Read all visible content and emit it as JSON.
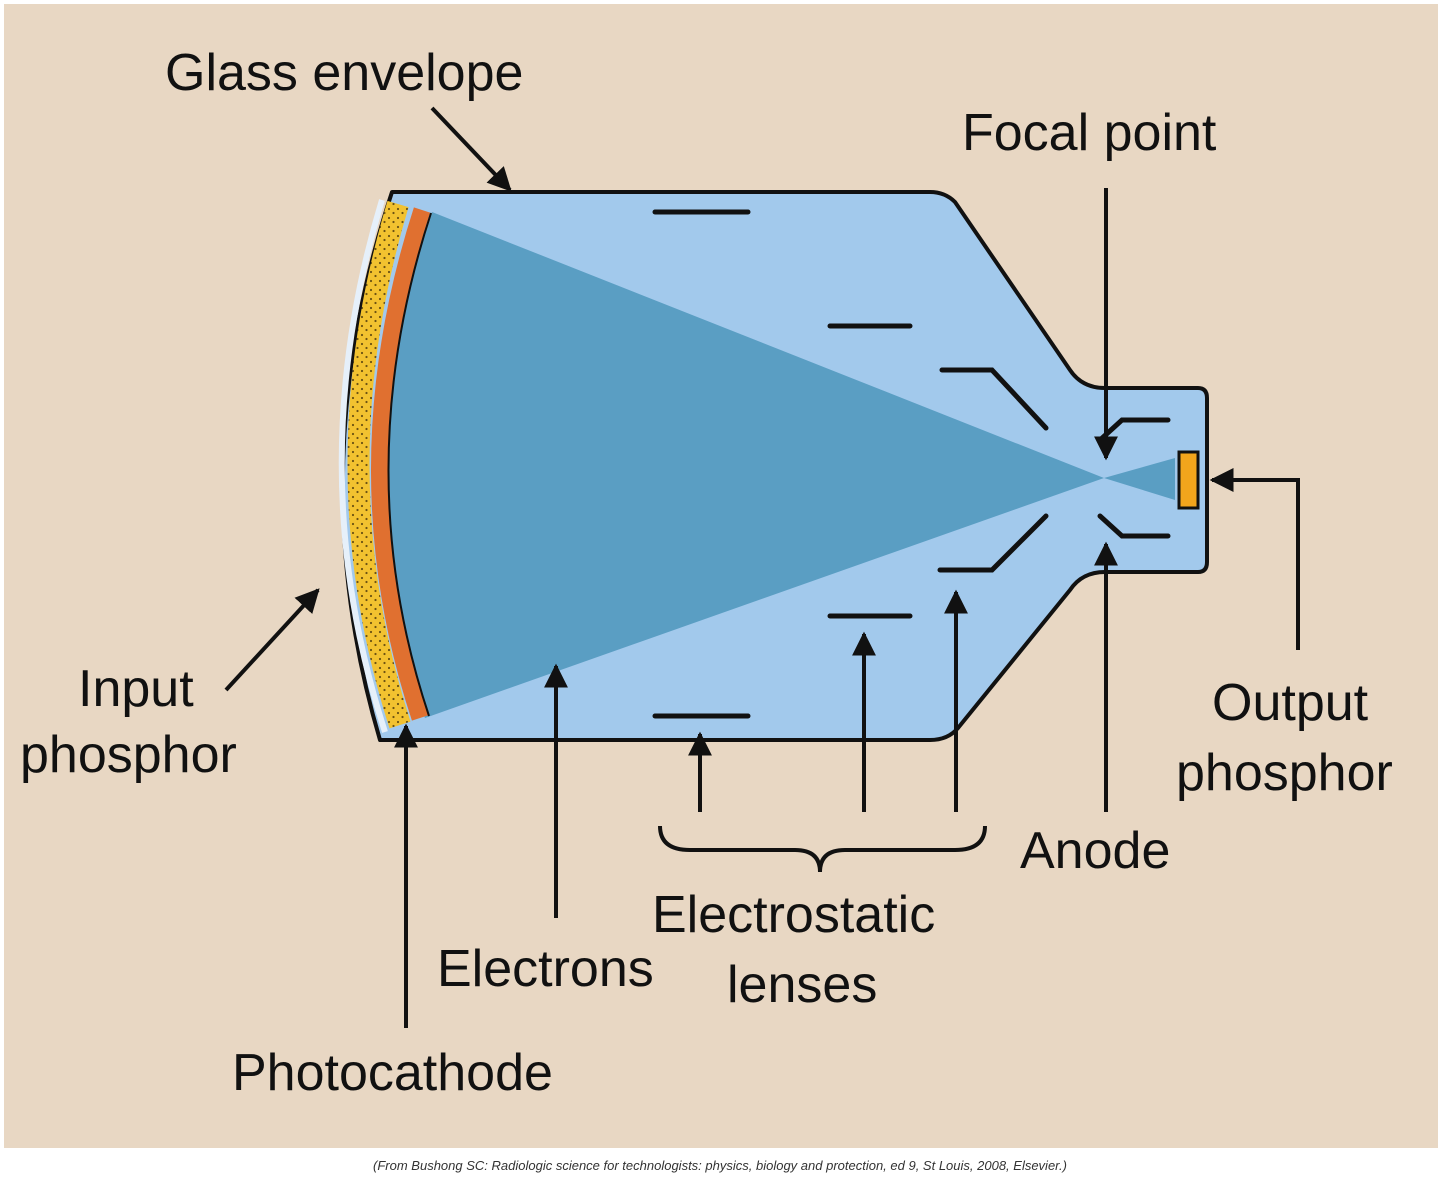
{
  "labels": {
    "glass_envelope": "Glass envelope",
    "focal_point": "Focal point",
    "input_line1": "Input",
    "input_line2": "phosphor",
    "output_line1": "Output",
    "output_line2": "phosphor",
    "anode": "Anode",
    "electrostatic_line1": "Electrostatic",
    "electrostatic_line2": "lenses",
    "electrons": "Electrons",
    "photocathode": "Photocathode"
  },
  "credit": "(From Bushong SC: Radiologic science for technologists: physics, biology and protection, ed 9, St Louis, 2008, Elsevier.)",
  "colors": {
    "background": "#e8d7c3",
    "envelope": "#a2c9ec",
    "beam": "#5a9ec3",
    "photocathode": "#e07030",
    "input_phosphor": "#f2c230",
    "output_phosphor": "#f2a51c",
    "stroke": "#111111"
  }
}
